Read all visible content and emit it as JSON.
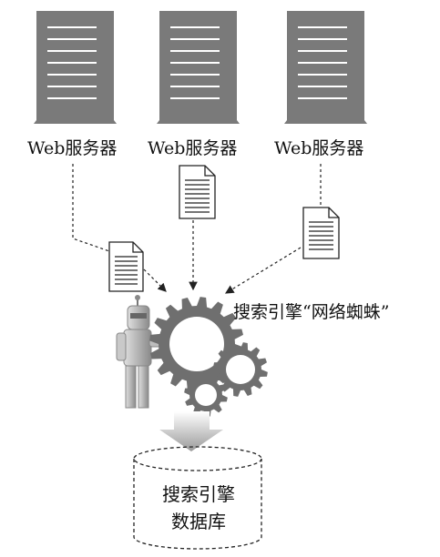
{
  "servers": [
    {
      "label": "Web服务器"
    },
    {
      "label": "Web服务器"
    },
    {
      "label": "Web服务器"
    }
  ],
  "spider": {
    "label": "搜索引擎“网络蜘蛛”"
  },
  "database": {
    "line1": "搜索引擎",
    "line2": "数据库"
  },
  "colors": {
    "server": "#7a7a7a",
    "gear": "#6f6f6f",
    "line": "#222222"
  }
}
